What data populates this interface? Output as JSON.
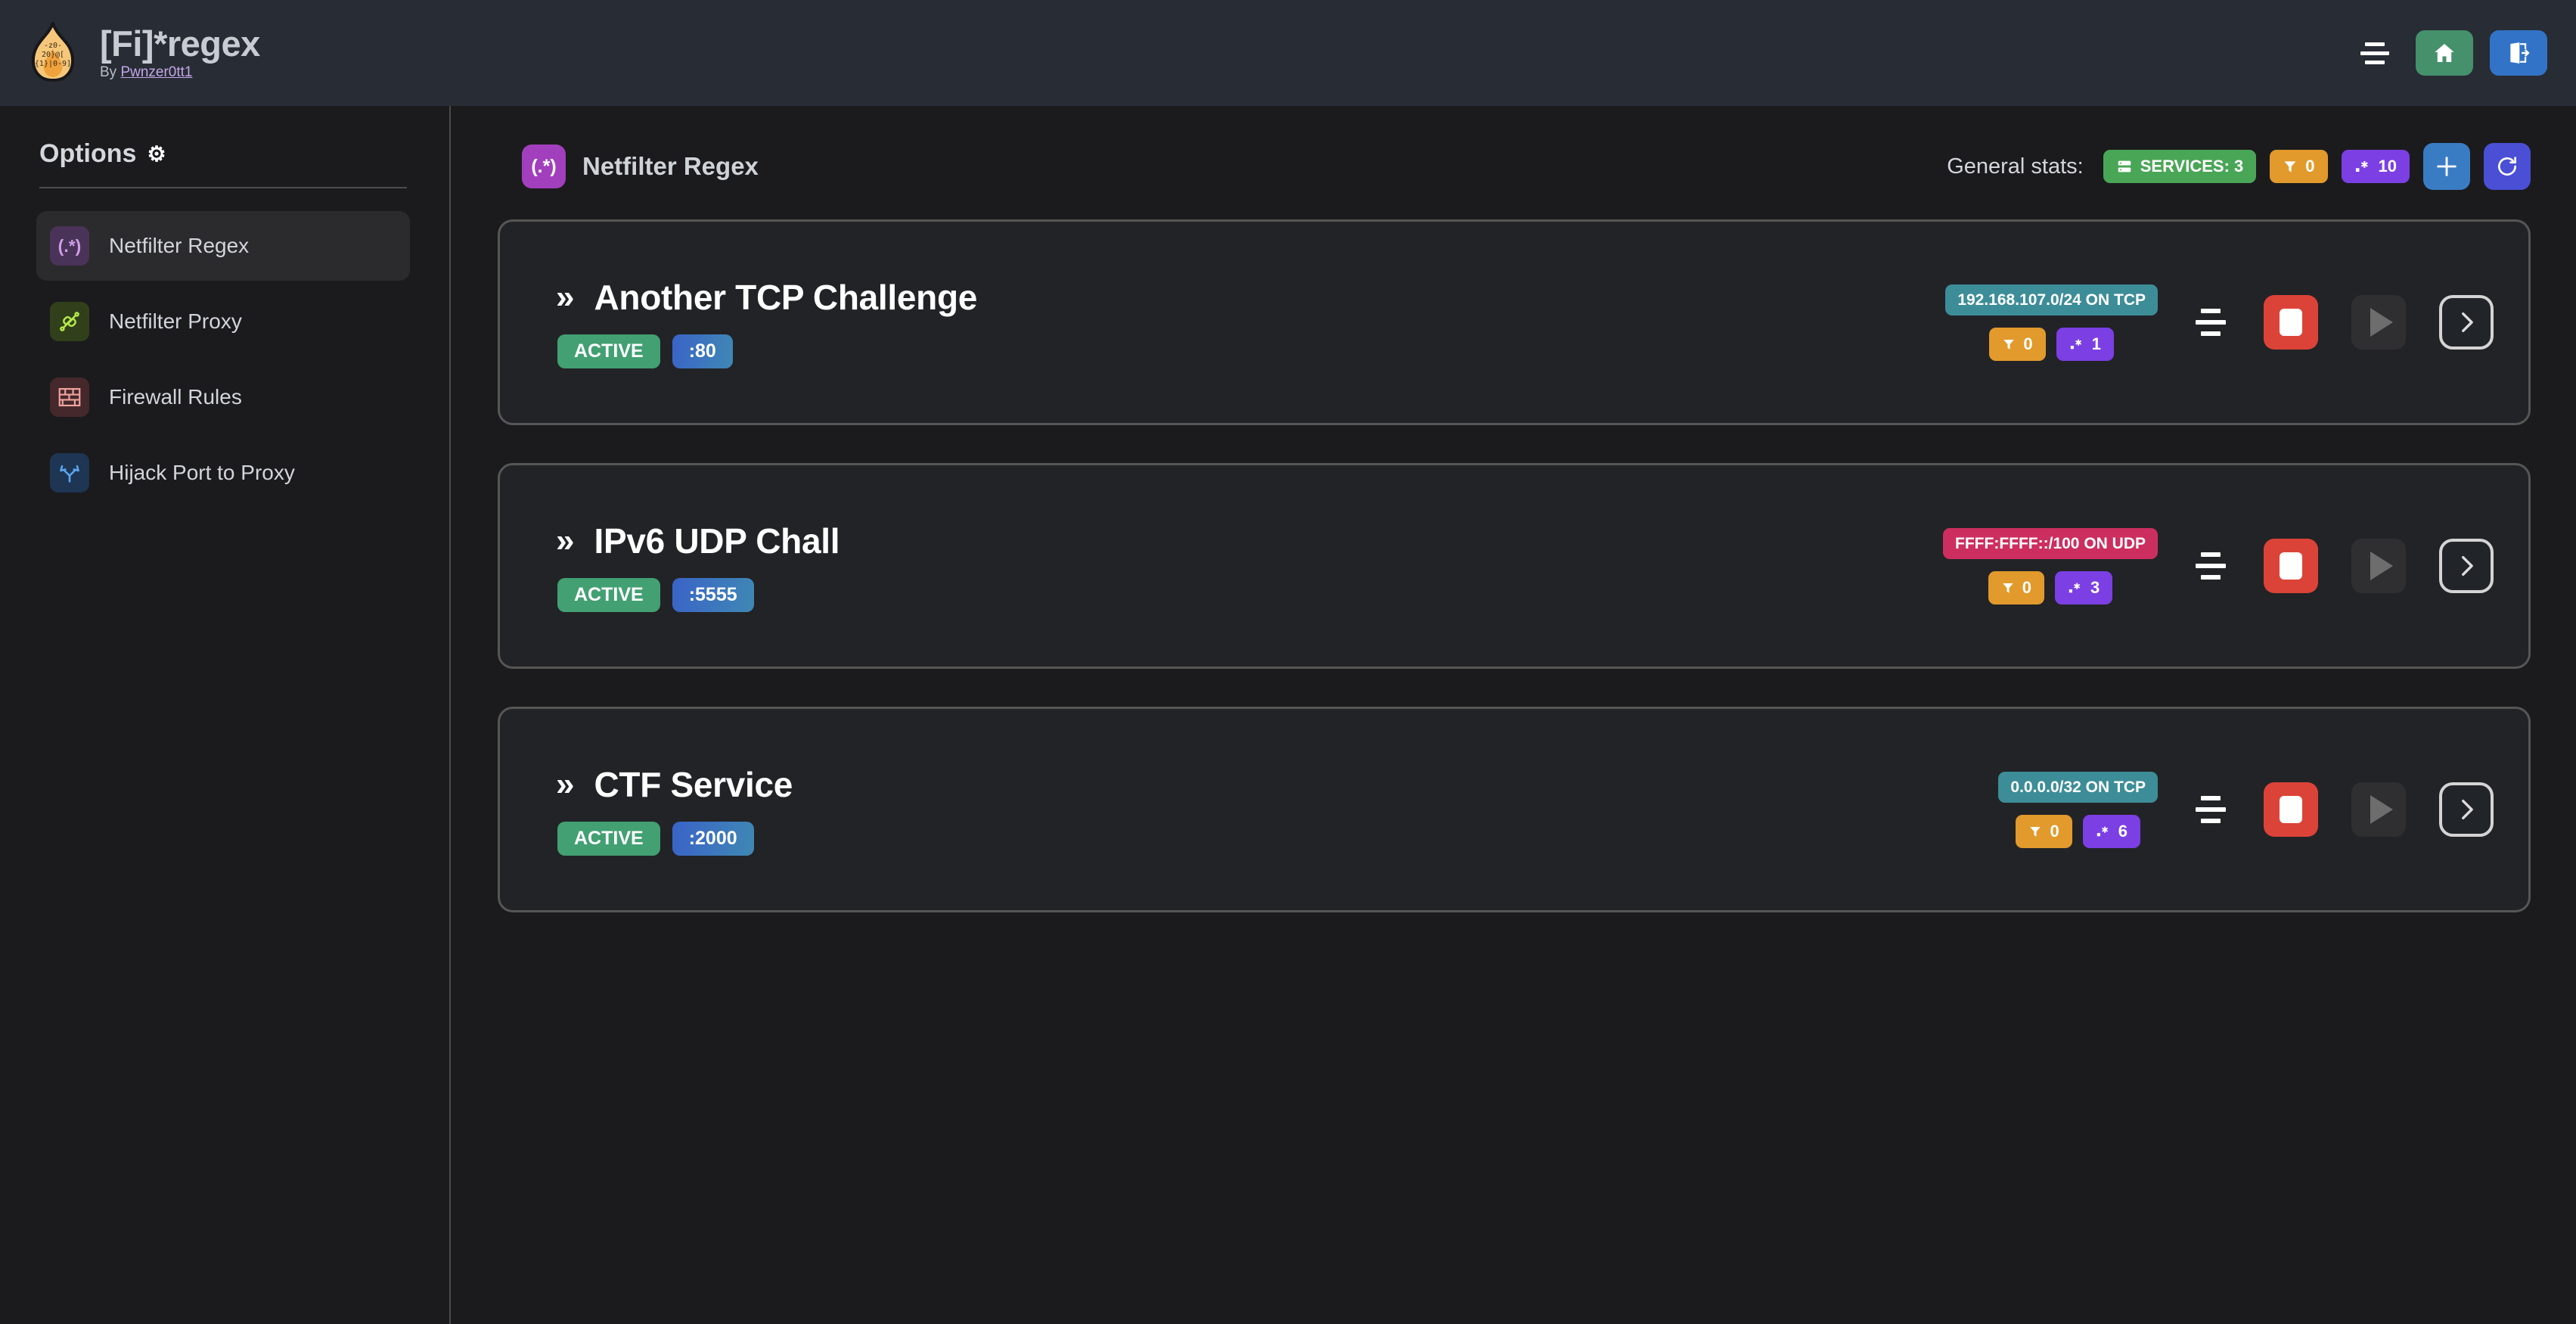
{
  "header": {
    "logo_icon": "flame-regex-logo",
    "title": "[Fi]*regex",
    "byline_prefix": "By ",
    "author": "Pwnzer0tt1",
    "menu_icon": "hamburger-icon",
    "home_icon": "home-icon",
    "logout_icon": "logout-icon"
  },
  "sidebar": {
    "heading": "Options",
    "heading_icon": "gear-icon",
    "items": [
      {
        "label": "Netfilter Regex",
        "icon": "regex-icon",
        "glyph": "(.*)",
        "tile_bg": "#4a3358",
        "glyph_color": "#cf9de8",
        "active": true
      },
      {
        "label": "Netfilter Proxy",
        "icon": "plug-connect-icon",
        "glyph": "",
        "tile_bg": "#31401b",
        "glyph_color": "#b4e84a",
        "active": false
      },
      {
        "label": "Firewall Rules",
        "icon": "brick-wall-icon",
        "glyph": "",
        "tile_bg": "#45282b",
        "glyph_color": "#f0a39e",
        "active": false
      },
      {
        "label": "Hijack Port to Proxy",
        "icon": "route-fork-icon",
        "glyph": "",
        "tile_bg": "#1e3553",
        "glyph_color": "#5aa6ee",
        "active": false
      }
    ]
  },
  "main": {
    "page_icon": "regex-icon",
    "page_icon_glyph": "(.*)",
    "page_title": "Netfilter Regex",
    "stats_label": "General stats:",
    "stats": [
      {
        "icon": "server-icon",
        "label": "SERVICES: 3",
        "color": "green"
      },
      {
        "icon": "filter-icon",
        "label": "0",
        "color": "orange"
      },
      {
        "icon": "regex-dot-star-icon",
        "label": "10",
        "color": "purple"
      }
    ],
    "add_button_icon": "plus-icon",
    "refresh_button_icon": "refresh-icon",
    "card_icons": {
      "expand": "double-chevron-right-icon",
      "menu": "sliders-lines-icon",
      "stop": "stop-icon",
      "play": "play-icon",
      "details": "chevron-right-circle-icon"
    },
    "services": [
      {
        "chevron": "»",
        "name": "Another TCP Challenge",
        "status": "ACTIVE",
        "port": ":80",
        "network": "192.168.107.0/24 ON TCP",
        "network_color": "teal",
        "filter_count": "0",
        "regex_count": "1"
      },
      {
        "chevron": "»",
        "name": "IPv6 UDP Chall",
        "status": "ACTIVE",
        "port": ":5555",
        "network": "FFFF:FFFF::/100 ON UDP",
        "network_color": "pink",
        "filter_count": "0",
        "regex_count": "3"
      },
      {
        "chevron": "»",
        "name": "CTF Service",
        "status": "ACTIVE",
        "port": ":2000",
        "network": "0.0.0.0/32 ON TCP",
        "network_color": "teal",
        "filter_count": "0",
        "regex_count": "6"
      }
    ]
  },
  "colors": {
    "header_bg": "#282c34",
    "page_bg": "#1b1b1d",
    "card_bg": "#222326",
    "card_border": "#565656",
    "accent_green": "#44916c",
    "accent_blue": "#3273c8",
    "accent_purple": "#7b3fe4",
    "accent_red": "#dc4338",
    "accent_orange": "#e29a2c",
    "accent_teal": "#3d8d98",
    "accent_pink": "#cc2f5f"
  }
}
